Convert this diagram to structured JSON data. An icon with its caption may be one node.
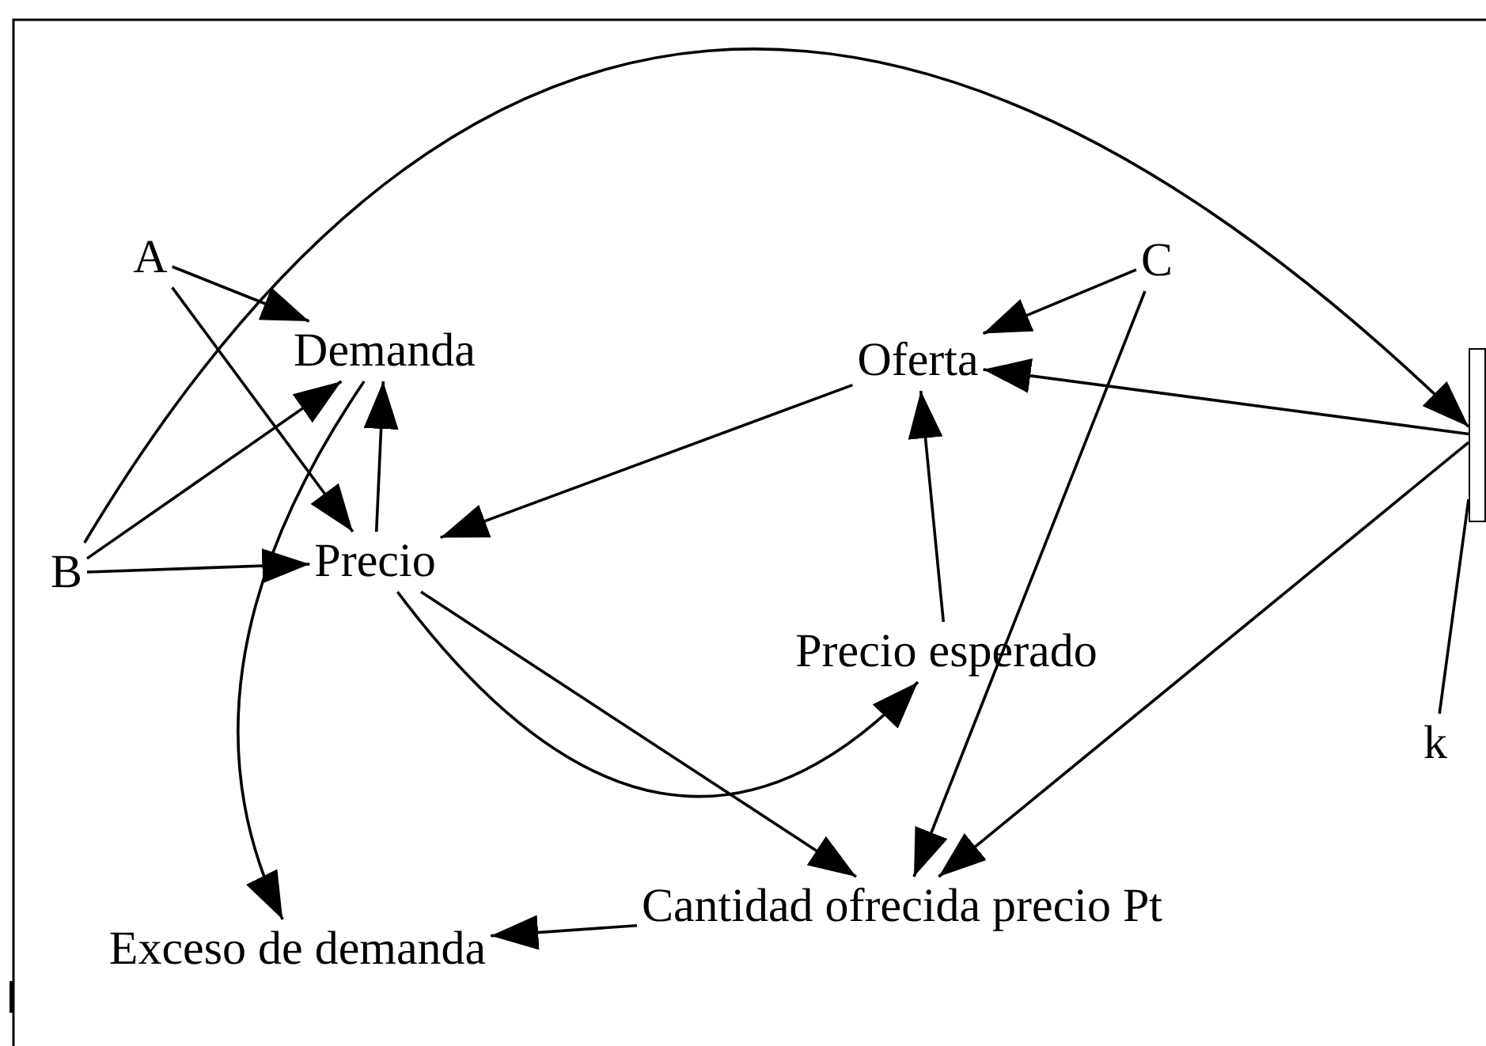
{
  "diagram": {
    "nodes": [
      {
        "text": [
          "A"
        ]
      },
      {
        "text": [
          "Demanda"
        ]
      },
      {
        "text": [
          "C"
        ]
      },
      {
        "text": [
          "Oferta"
        ]
      },
      {
        "text": [],
        "shape": "box"
      },
      {
        "text": [
          "B"
        ]
      },
      {
        "text": [
          "Precio"
        ]
      },
      {
        "text": [
          "Precio esperado"
        ]
      },
      {
        "text": [
          "k"
        ]
      },
      {
        "text": [
          "Cantidad ofrecida precio Pt"
        ]
      },
      {
        "text": [
          "Exceso de demanda"
        ]
      }
    ],
    "edges": [
      {
        "from": 0,
        "to": 1,
        "arrow": "to"
      },
      {
        "from": 0,
        "to": 6,
        "arrow": "to"
      },
      {
        "from": 5,
        "to": 1,
        "arrow": "to"
      },
      {
        "from": 5,
        "to": 6,
        "arrow": "to"
      },
      {
        "from": 5,
        "to": 4,
        "arrow": "to"
      },
      {
        "from": 6,
        "to": 1,
        "arrow": "to"
      },
      {
        "from": 1,
        "to": 10,
        "arrow": "to"
      },
      {
        "from": 3,
        "to": 6,
        "arrow": "to"
      },
      {
        "from": 2,
        "to": 3,
        "arrow": "to"
      },
      {
        "from": 2,
        "to": 9,
        "arrow": "to"
      },
      {
        "from": 4,
        "to": 3,
        "arrow": "to"
      },
      {
        "from": 4,
        "to": 9,
        "arrow": "to"
      },
      {
        "from": 8,
        "to": 4,
        "arrow": "none"
      },
      {
        "from": 6,
        "to": 7,
        "arrow": "to"
      },
      {
        "from": 6,
        "to": 9,
        "arrow": "to"
      },
      {
        "from": 7,
        "to": 3,
        "arrow": "to"
      },
      {
        "from": 9,
        "to": 10,
        "arrow": "to"
      }
    ]
  }
}
